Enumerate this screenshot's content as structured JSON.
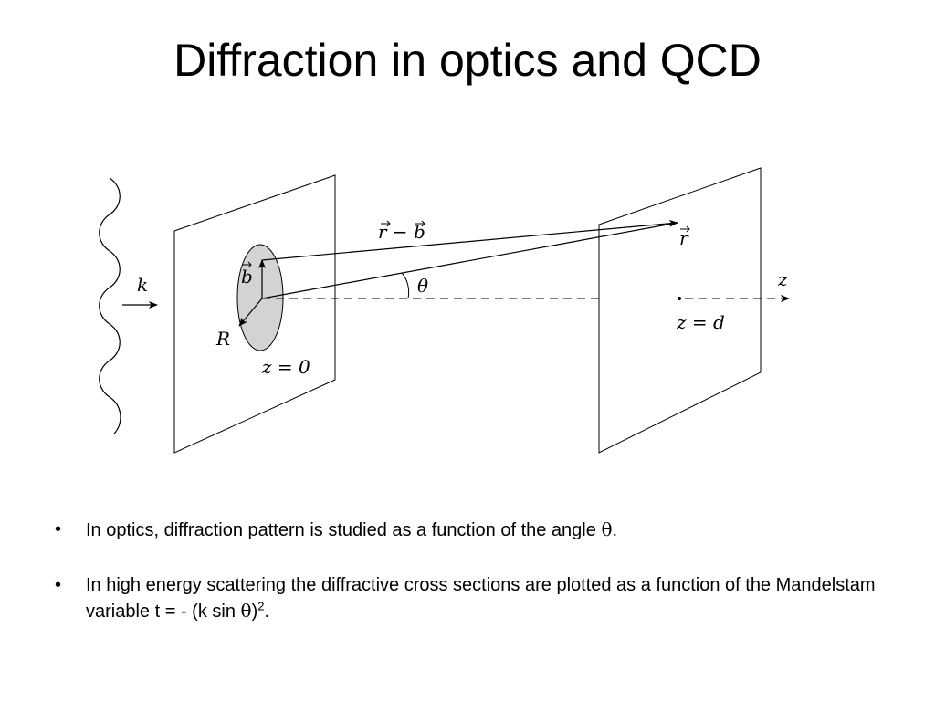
{
  "slide": {
    "title": "Diffraction in optics and QCD"
  },
  "figure": {
    "labels": {
      "k": "k",
      "r_minus_b": "r − b",
      "b": "b",
      "theta": "θ",
      "R": "R",
      "z0": "z = 0",
      "r": "r",
      "z": "z",
      "zd": "z = d"
    }
  },
  "bullets": [
    {
      "text": "In optics, diffraction pattern is studied as a function of the angle ",
      "symbol": "θ",
      "suffix": "."
    },
    {
      "text": "In high energy scattering the diffractive cross sections are plotted as a function of the Mandelstam variable  t = - (k sin ",
      "symbol": "θ",
      "suffix": ")",
      "superscript": "2",
      "end": "."
    }
  ],
  "bullet_symbol": "•"
}
